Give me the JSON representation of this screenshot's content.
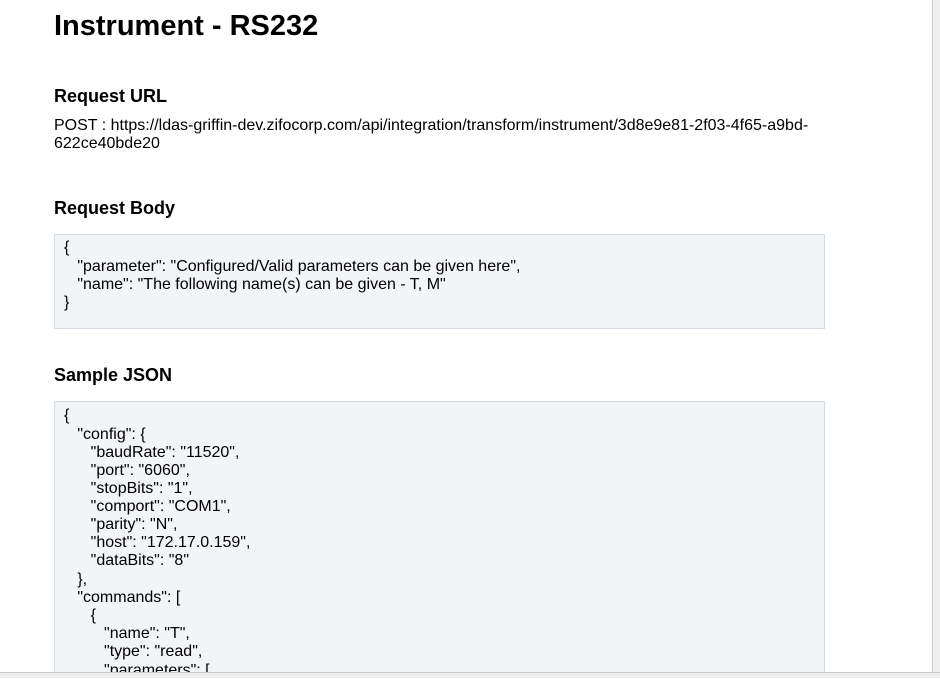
{
  "title": "Instrument - RS232",
  "request_url": {
    "heading": "Request URL",
    "text": "POST : https://ldas-griffin-dev.zifocorp.com/api/integration/transform/instrument/3d8e9e81-2f03-4f65-a9bd-622ce40bde20"
  },
  "request_body": {
    "heading": "Request Body",
    "lines": [
      "{",
      "   \"parameter\": \"Configured/Valid parameters can be given here\",",
      "   \"name\": \"The following name(s) can be given - T, M\"",
      "}"
    ]
  },
  "sample_json": {
    "heading": "Sample JSON",
    "lines": [
      "{",
      "   \"config\": {",
      "      \"baudRate\": \"11520\",",
      "      \"port\": \"6060\",",
      "      \"stopBits\": \"1\",",
      "      \"comport\": \"COM1\",",
      "      \"parity\": \"N\",",
      "      \"host\": \"172.17.0.159\",",
      "      \"dataBits\": \"8\"",
      "   },",
      "   \"commands\": [",
      "      {",
      "         \"name\": \"T\",",
      "         \"type\": \"read\",",
      "         \"parameters\": ["
    ]
  }
}
